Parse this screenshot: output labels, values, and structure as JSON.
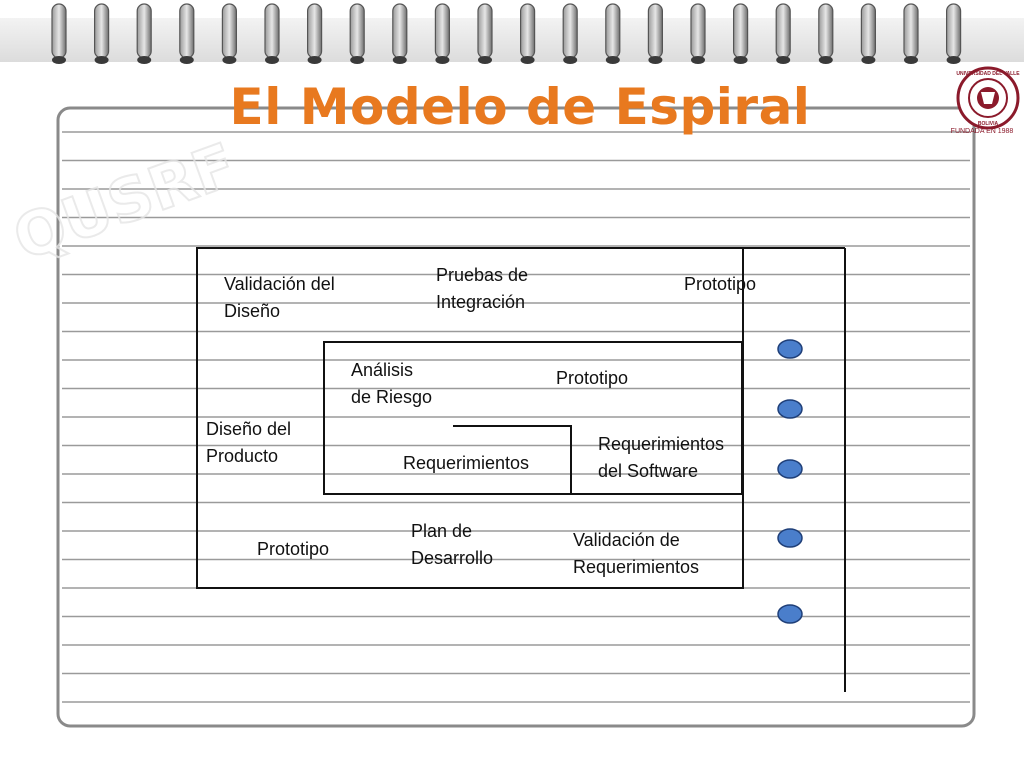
{
  "slide": {
    "title": "El Modelo de Espiral",
    "logo": {
      "ring_top": "UNIVERSIDAD DEL VALLE",
      "ring_bottom": "BOLIVIA",
      "caption": "FUNDADA EN 1988",
      "color": "#8b1a2b"
    },
    "watermark_text": "QUSRF"
  },
  "colors": {
    "title": "#e8791f",
    "dot_fill": "#4a7ecb",
    "dot_stroke": "#1f3f78",
    "line": "#111111"
  },
  "diagram": {
    "labels": {
      "validacion_diseno": [
        "Validación del",
        "Diseño"
      ],
      "pruebas_integracion": [
        "Pruebas de",
        "Integración"
      ],
      "prototipo_top": [
        "Prototipo"
      ],
      "analisis_riesgo": [
        "Análisis",
        "de Riesgo"
      ],
      "prototipo_mid": [
        "Prototipo"
      ],
      "diseno_producto": [
        "Diseño del",
        "Producto"
      ],
      "requerimientos_software": [
        "Requerimientos",
        "del Software"
      ],
      "requerimientos": [
        "Requerimientos"
      ],
      "plan_desarrollo": [
        "Plan de",
        "Desarrollo"
      ],
      "validacion_requerimientos": [
        "Validación de",
        "Requerimientos"
      ],
      "prototipo_bottom": [
        "Prototipo"
      ]
    }
  }
}
